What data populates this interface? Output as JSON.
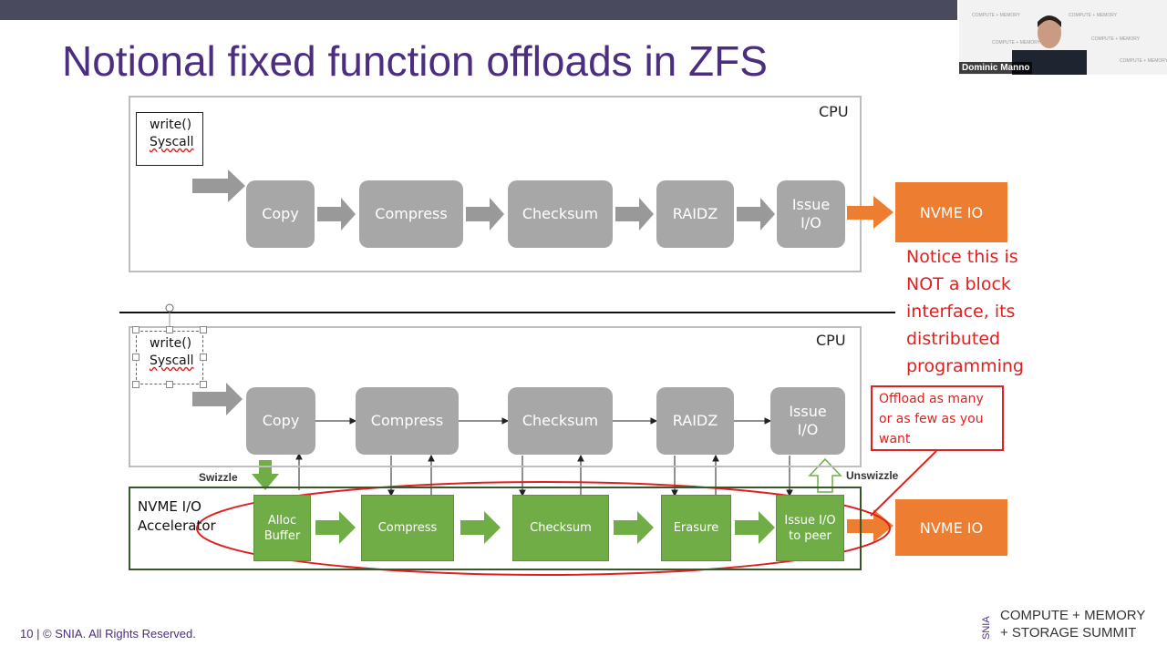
{
  "slide": {
    "title": "Notional fixed function offloads in ZFS",
    "footer": "10 | © SNIA. All Rights Reserved.",
    "logo": {
      "line1": "COMPUTE + MEMORY",
      "line2": "+ STORAGE SUMMIT",
      "mark": "SNIA"
    }
  },
  "video": {
    "speaker_name": "Dominic Manno"
  },
  "top_diagram": {
    "cpu_label": "CPU",
    "syscall": [
      "write()",
      "Syscall"
    ],
    "stages": [
      "Copy",
      "Compress",
      "Checksum",
      "RAIDZ",
      "Issue I/O"
    ],
    "output": "NVME IO"
  },
  "notice_text": [
    "Notice  this is",
    "NOT a block",
    "interface, its",
    "distributed",
    "programming"
  ],
  "bottom_diagram": {
    "cpu_label": "CPU",
    "syscall": [
      "write()",
      "Syscall"
    ],
    "stages": [
      "Copy",
      "Compress",
      "Checksum",
      "RAIDZ",
      "Issue I/O"
    ],
    "swizzle": "Swizzle",
    "unswizzle": "Unswizzle",
    "accelerator_label": [
      "NVME I/O",
      "Accelerator"
    ],
    "accel_stages": [
      "Alloc Buffer",
      "Compress",
      "Checksum",
      "Erasure",
      "Issue I/O to peer"
    ],
    "output": "NVME IO",
    "offload_callout": [
      "Offload as many",
      "or as few as you",
      "want"
    ]
  },
  "colors": {
    "title": "#4b2e7f",
    "stage_gray": "#a7a7a7",
    "accel_green": "#70ad47",
    "nvme_orange": "#ed7d31",
    "annotation_red": "#e02020"
  }
}
